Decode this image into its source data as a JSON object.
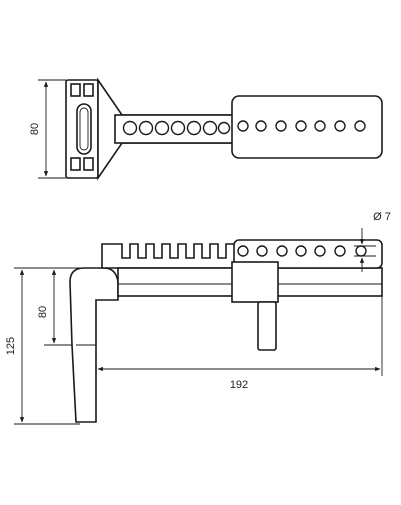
{
  "drawing": {
    "top_view": {
      "height_label": "80"
    },
    "side_view": {
      "hole_diameter_label": "Ø 7",
      "total_height_label": "125",
      "inner_height_label": "80",
      "length_label": "192"
    }
  },
  "colors": {
    "line": "#1a1a1a",
    "background": "#ffffff"
  }
}
